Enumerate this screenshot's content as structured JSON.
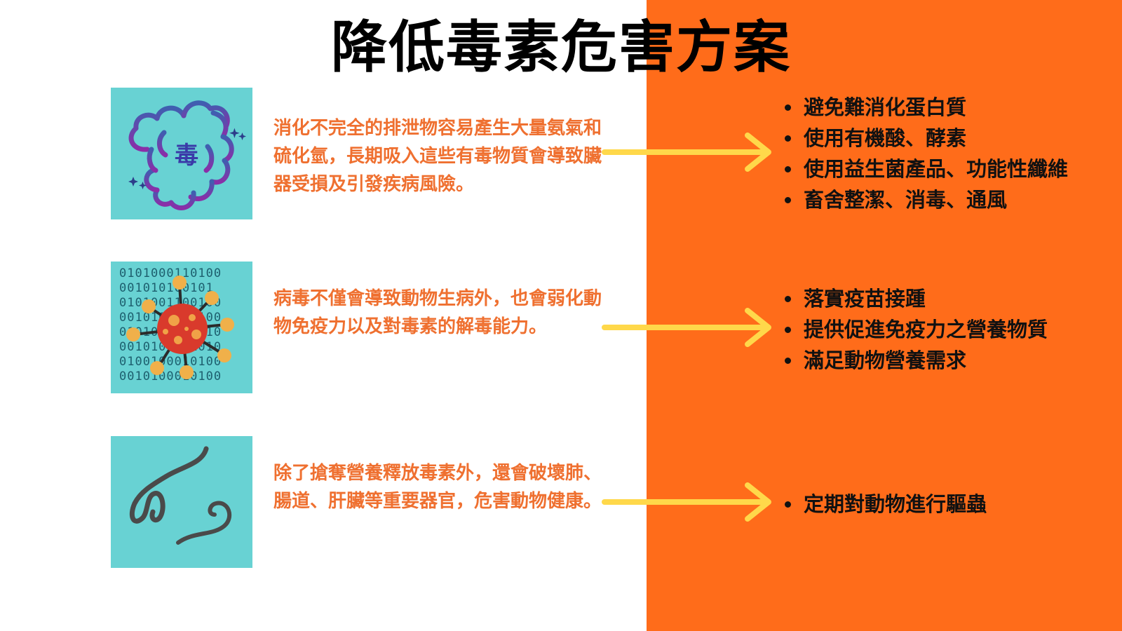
{
  "title": "降低毒素危害方案",
  "colors": {
    "right_panel": "#ff6c1a",
    "icon_background": "#68d2d3",
    "description_text": "#ef7030",
    "arrow": "#ffd84a"
  },
  "rows": [
    {
      "icon": "toxic-gas-cloud-icon",
      "icon_label": "毒",
      "description": "消化不完全的排泄物容易產生大量氨氣和硫化氫，長期吸入這些有毒物質會導致臟器受損及引發疾病風險。",
      "solutions": [
        "避免難消化蛋白質",
        "使用有機酸、酵素",
        "使用益生菌產品、功能性纖維",
        "畜舍整潔、消毒、通風"
      ]
    },
    {
      "icon": "virus-binary-icon",
      "binary_lines": [
        "0101000110100",
        "001010100101",
        "0101001100100",
        "0010100110100",
        "0101000101010",
        "0010100101010",
        "0100100010100",
        "0010100010100"
      ],
      "description": "病毒不僅會導致動物生病外，也會弱化動物免疫力以及對毒素的解毒能力。",
      "solutions": [
        "落實疫苗接踵",
        "提供促進免疫力之營養物質",
        "滿足動物營養需求"
      ]
    },
    {
      "icon": "parasite-worm-icon",
      "description": "除了搶奪營養釋放毒素外，還會破壞肺、腸道、肝臟等重要器官，危害動物健康。",
      "solutions": [
        "定期對動物進行驅蟲"
      ]
    }
  ]
}
